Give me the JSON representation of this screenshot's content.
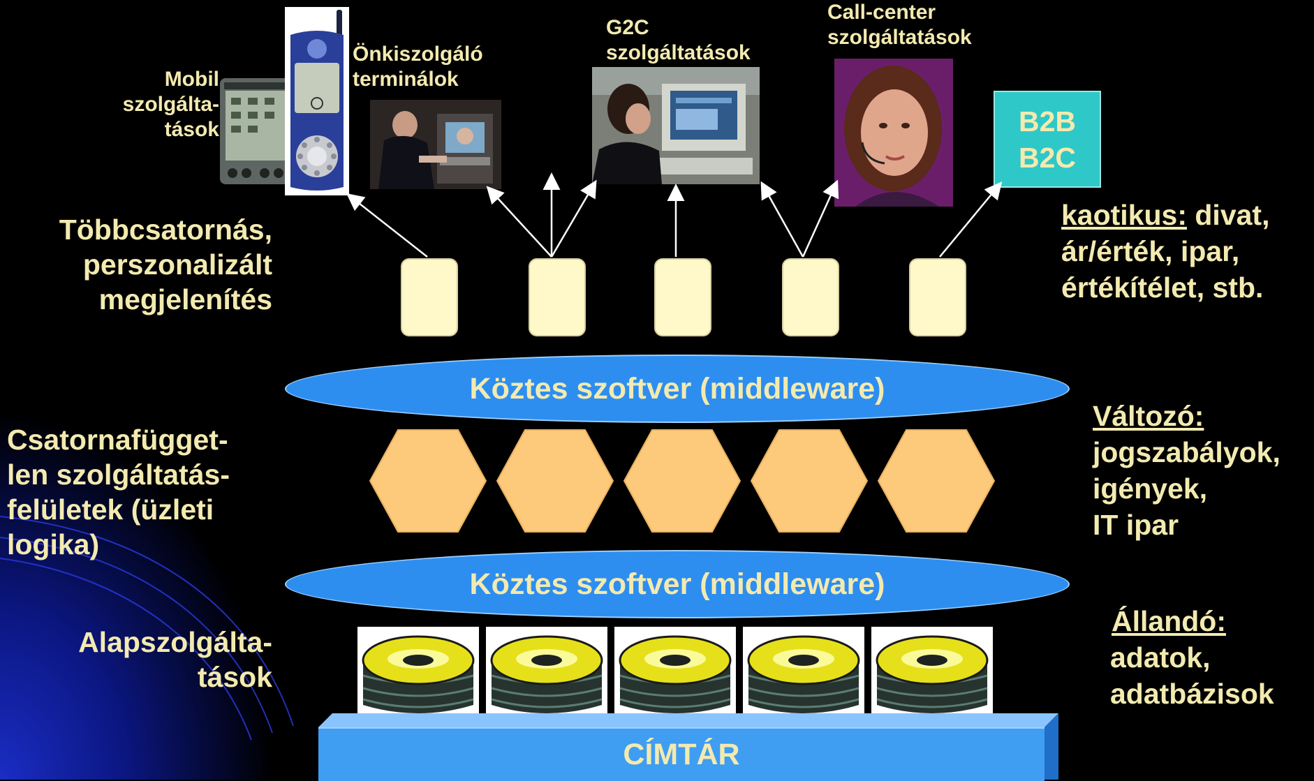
{
  "left_labels": {
    "presentation": [
      "Többcsatornás,",
      "perszonalizált",
      "megjelenítés"
    ],
    "business": [
      "Csatornafügget-",
      "len szolgáltatás-",
      "felületek (üzleti",
      "logika)"
    ],
    "base": [
      "Alapszolgálta-",
      "tások"
    ]
  },
  "channels": {
    "mobile": [
      "Mobil",
      "szolgálta-",
      "tások"
    ],
    "terminal": [
      "Önkiszolgáló",
      "terminálok"
    ],
    "g2c": [
      "G2C",
      "szolgáltatások"
    ],
    "callcenter": [
      "Call-center",
      "szolgáltatások"
    ],
    "b2b": [
      "B2B",
      "B2C"
    ]
  },
  "right_labels": {
    "chaotic": {
      "head": "kaotikus:",
      "rest": " divat,",
      "lines": [
        "ár/érték, ipar,",
        "értékítélet, stb."
      ]
    },
    "variable": {
      "head": "Változó:",
      "lines": [
        "jogszabályok,",
        "igények,",
        "IT ipar"
      ]
    },
    "constant": {
      "head": "Állandó:",
      "lines": [
        "adatok,",
        "adatbázisok"
      ]
    }
  },
  "middleware_top": "Köztes szoftver (middleware)",
  "middleware_bottom": "Köztes szoftver (middleware)",
  "directory": "CÍMTÁR",
  "colors": {
    "text": "#f3eab0",
    "ellipse": "#2d8ef0",
    "hexagon": "#fdc97a",
    "channel_box": "#fff8c8",
    "b2b_box": "#2ec8c8",
    "directory": "#3f9df2"
  }
}
